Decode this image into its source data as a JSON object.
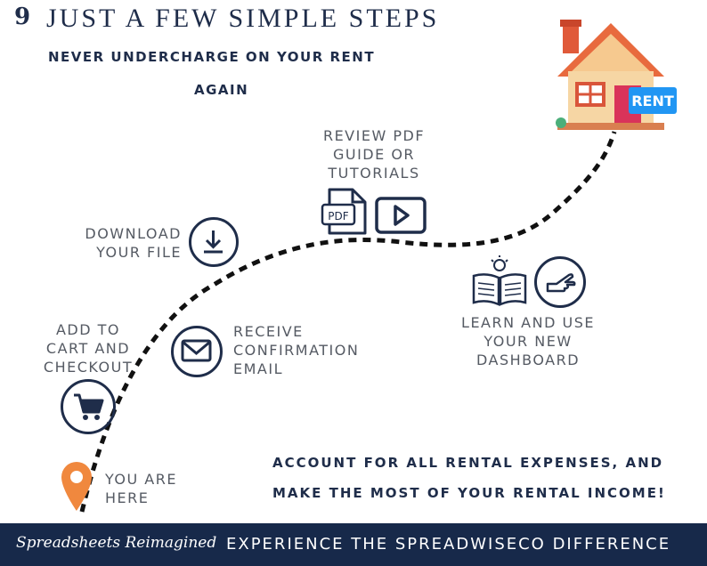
{
  "header": {
    "number": "9",
    "title": "JUST A FEW SIMPLE STEPS",
    "subtitle_line1": "NEVER UNDERCHARGE ON YOUR RENT",
    "subtitle_line2": "AGAIN"
  },
  "steps": {
    "review": [
      "REVIEW PDF",
      "GUIDE OR",
      "TUTORIALS"
    ],
    "download": [
      "DOWNLOAD",
      "YOUR FILE"
    ],
    "add_to_cart": [
      "ADD TO",
      "CART AND",
      "CHECKOUT"
    ],
    "receive": [
      "RECEIVE",
      "CONFIRMATION",
      "EMAIL"
    ],
    "learn": [
      "LEARN AND USE",
      "YOUR NEW",
      "DASHBOARD"
    ],
    "you_are_here": [
      "YOU ARE",
      "HERE"
    ]
  },
  "icons": {
    "pdf_label": "PDF",
    "rent_label": "RENT",
    "pin_color": "#f0883e",
    "navy": "#1f2d4a"
  },
  "cta": {
    "line1": "ACCOUNT FOR ALL RENTAL EXPENSES, AND",
    "line2": "MAKE THE MOST OF YOUR RENTAL INCOME!"
  },
  "footer": {
    "brand": "Spreadsheets Reimagined",
    "tagline": "EXPERIENCE THE SPREADWISECO DIFFERENCE"
  }
}
